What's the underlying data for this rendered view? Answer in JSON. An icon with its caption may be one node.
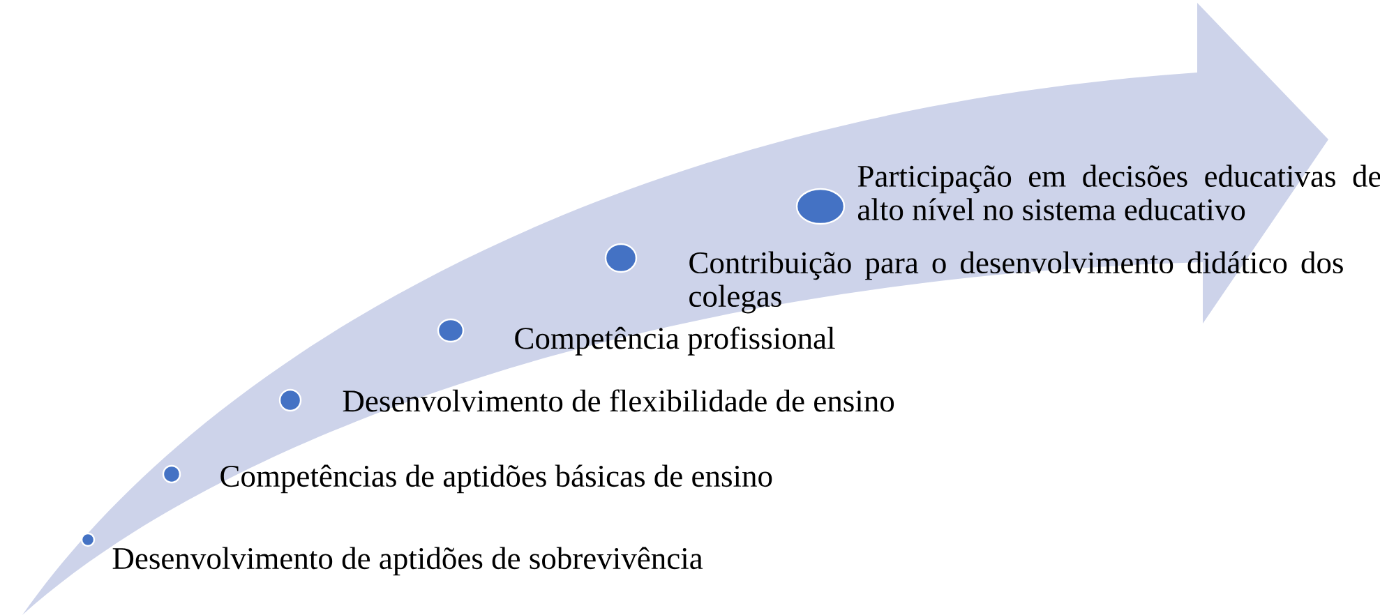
{
  "diagram": {
    "nodes": [
      {
        "text": [],
        "shape": "circle",
        "beside": [
          "Desenvolvimento de aptidões de sobrevivência"
        ]
      },
      {
        "text": [],
        "shape": "circle",
        "beside": [
          "Competências de aptidões básicas de ensino"
        ]
      },
      {
        "text": [],
        "shape": "circle",
        "beside": [
          "Desenvolvimento de flexibilidade de ensino"
        ]
      },
      {
        "text": [],
        "shape": "circle",
        "beside": [
          "Competência profissional"
        ]
      },
      {
        "text": [],
        "shape": "circle"
      },
      {
        "text": [],
        "shape": "circle",
        "beside": [
          "Participação em decisões educativas de alto nível no sistema educativo"
        ]
      }
    ],
    "labels": [
      "Contribuição para o desenvolvimento didático dos colegas"
    ]
  }
}
